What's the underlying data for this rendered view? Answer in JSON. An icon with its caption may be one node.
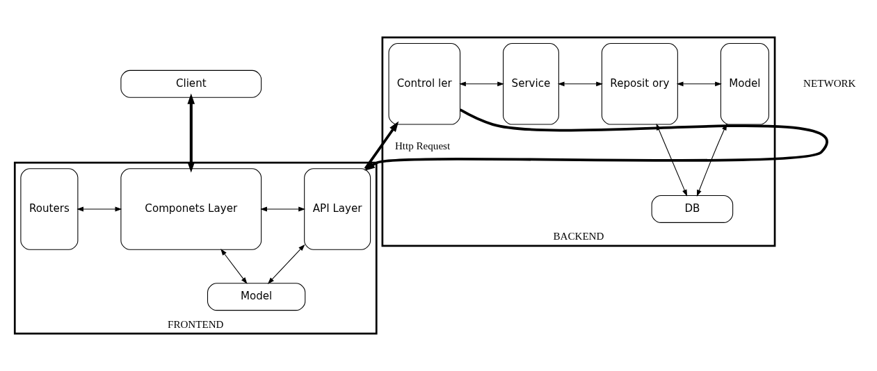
{
  "diagram": {
    "nodes": [
      {
        "text": [
          "Client"
        ]
      },
      {
        "text": [
          "FRONTEND"
        ]
      },
      {
        "text": [
          "Routers"
        ],
        "in": 1
      },
      {
        "text": [
          "Componets Layer"
        ],
        "in": 1
      },
      {
        "text": [
          "API Layer"
        ],
        "in": 1
      },
      {
        "text": [
          "Model"
        ],
        "in": 1
      },
      {
        "text": [
          "BACKEND"
        ]
      },
      {
        "text": [
          "Control ler"
        ],
        "in": 6
      },
      {
        "text": [
          "Service"
        ],
        "in": 6
      },
      {
        "text": [
          "Reposit ory"
        ],
        "in": 6
      },
      {
        "text": [
          "Model"
        ],
        "in": 6
      },
      {
        "text": [
          "DB"
        ],
        "in": 6
      }
    ],
    "edges": [
      {
        "from": 3,
        "to": 0,
        "arrow": "to",
        "style": "thick"
      },
      {
        "from": 0,
        "to": 3,
        "arrow": "to",
        "style": "thick"
      },
      {
        "from": 2,
        "to": 3,
        "arrow": "both"
      },
      {
        "from": 3,
        "to": 4,
        "arrow": "both"
      },
      {
        "from": 3,
        "to": 5,
        "arrow": "both"
      },
      {
        "from": 4,
        "to": 5,
        "arrow": "both"
      },
      {
        "from": 7,
        "to": 4,
        "arrow": "to",
        "style": "thick"
      },
      {
        "from": 4,
        "to": 7,
        "arrow": "to",
        "style": "thick",
        "label": "Http Request"
      },
      {
        "from": 7,
        "to": 8,
        "arrow": "both"
      },
      {
        "from": 8,
        "to": 9,
        "arrow": "both"
      },
      {
        "from": 9,
        "to": 10,
        "arrow": "both"
      },
      {
        "from": 9,
        "to": 11,
        "arrow": "both"
      },
      {
        "from": 10,
        "to": 11,
        "arrow": "both"
      }
    ],
    "labels": [
      "NETWORK"
    ]
  }
}
